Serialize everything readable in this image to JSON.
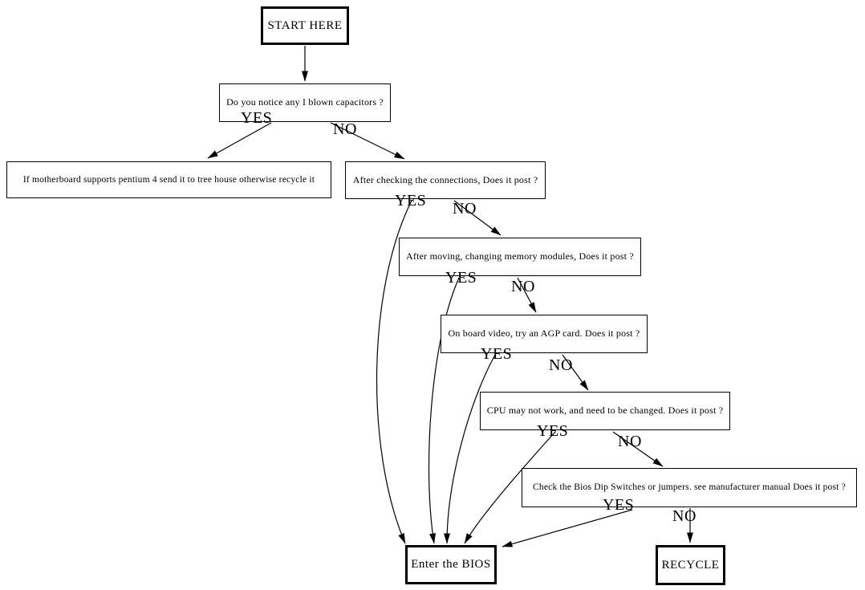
{
  "diagram": {
    "type": "flowchart",
    "subject": "motherboard-troubleshooting",
    "colors": {
      "background": "#ffffff",
      "foreground": "#000000"
    },
    "nodes": [
      {
        "id": "start",
        "shape": "bold-box",
        "label": "START HERE"
      },
      {
        "id": "blown-capacitors",
        "shape": "box",
        "label": "Do you notice any I blown capacitors ?"
      },
      {
        "id": "pentium4-tree-house",
        "shape": "box",
        "label": "If motherboard supports pentium 4 send it to tree house otherwise recycle it"
      },
      {
        "id": "check-connections",
        "shape": "box",
        "label": "After checking the connections, Does it post ?"
      },
      {
        "id": "memory-modules",
        "shape": "box",
        "label": "After moving, changing memory modules, Does it post ?"
      },
      {
        "id": "onboard-video",
        "shape": "box",
        "label": "On board video, try an AGP card. Does it post ?"
      },
      {
        "id": "cpu-change",
        "shape": "box",
        "label": "CPU may not work, and need to be changed. Does it post ?"
      },
      {
        "id": "dip-switches",
        "shape": "box",
        "label": "Check the Bios Dip Switches or jumpers. see manufacturer manual Does it post ?"
      },
      {
        "id": "enter-bios",
        "shape": "bold-box",
        "label": "Enter the BIOS"
      },
      {
        "id": "recycle",
        "shape": "bold-box",
        "label": "RECYCLE"
      }
    ],
    "edges": [
      {
        "from": "start",
        "to": "blown-capacitors",
        "label": ""
      },
      {
        "from": "blown-capacitors",
        "to": "pentium4-tree-house",
        "label": "YES"
      },
      {
        "from": "blown-capacitors",
        "to": "check-connections",
        "label": "NO"
      },
      {
        "from": "check-connections",
        "to": "enter-bios",
        "label": "YES"
      },
      {
        "from": "check-connections",
        "to": "memory-modules",
        "label": "NO"
      },
      {
        "from": "memory-modules",
        "to": "enter-bios",
        "label": "YES"
      },
      {
        "from": "memory-modules",
        "to": "onboard-video",
        "label": "NO"
      },
      {
        "from": "onboard-video",
        "to": "enter-bios",
        "label": "YES"
      },
      {
        "from": "onboard-video",
        "to": "cpu-change",
        "label": "NO"
      },
      {
        "from": "cpu-change",
        "to": "enter-bios",
        "label": "YES"
      },
      {
        "from": "cpu-change",
        "to": "dip-switches",
        "label": "NO"
      },
      {
        "from": "dip-switches",
        "to": "enter-bios",
        "label": "YES"
      },
      {
        "from": "dip-switches",
        "to": "recycle",
        "label": "NO"
      }
    ]
  }
}
